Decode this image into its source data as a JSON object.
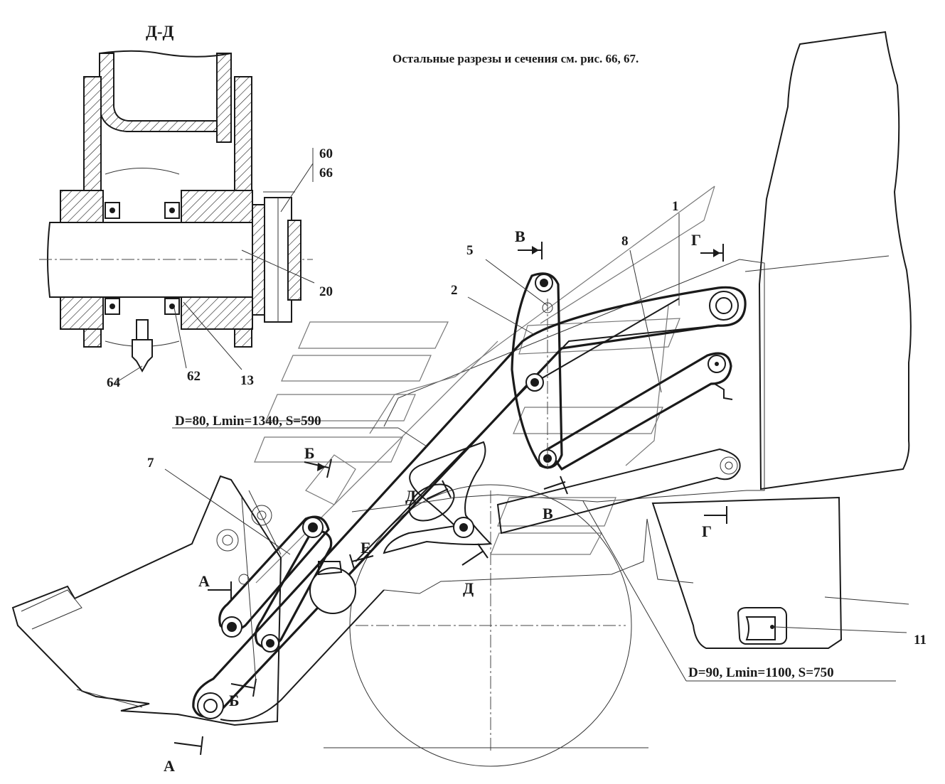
{
  "section_title": "Д-Д",
  "note": "Остальные разрезы и сечения см. рис. 66, 67.",
  "callouts": {
    "c60": "60",
    "c66": "66",
    "c20": "20",
    "c64": "64",
    "c62": "62",
    "c13": "13",
    "c1": "1",
    "c2": "2",
    "c5": "5",
    "c7": "7",
    "c8": "8",
    "c11": "11"
  },
  "cylinder_specs": {
    "upper": "D=80, Lmin=1340, S=590",
    "lower": "D=90, Lmin=1100, S=750"
  },
  "section_marks": {
    "a_top": "А",
    "a_bottom": "А",
    "b_top": "Б",
    "b_bottom": "Б",
    "v_top": "В",
    "v_bottom": "В",
    "g_top": "Г",
    "g_bottom": "Г",
    "d_top": "Д",
    "d_bottom": "Д",
    "e": "Е"
  }
}
